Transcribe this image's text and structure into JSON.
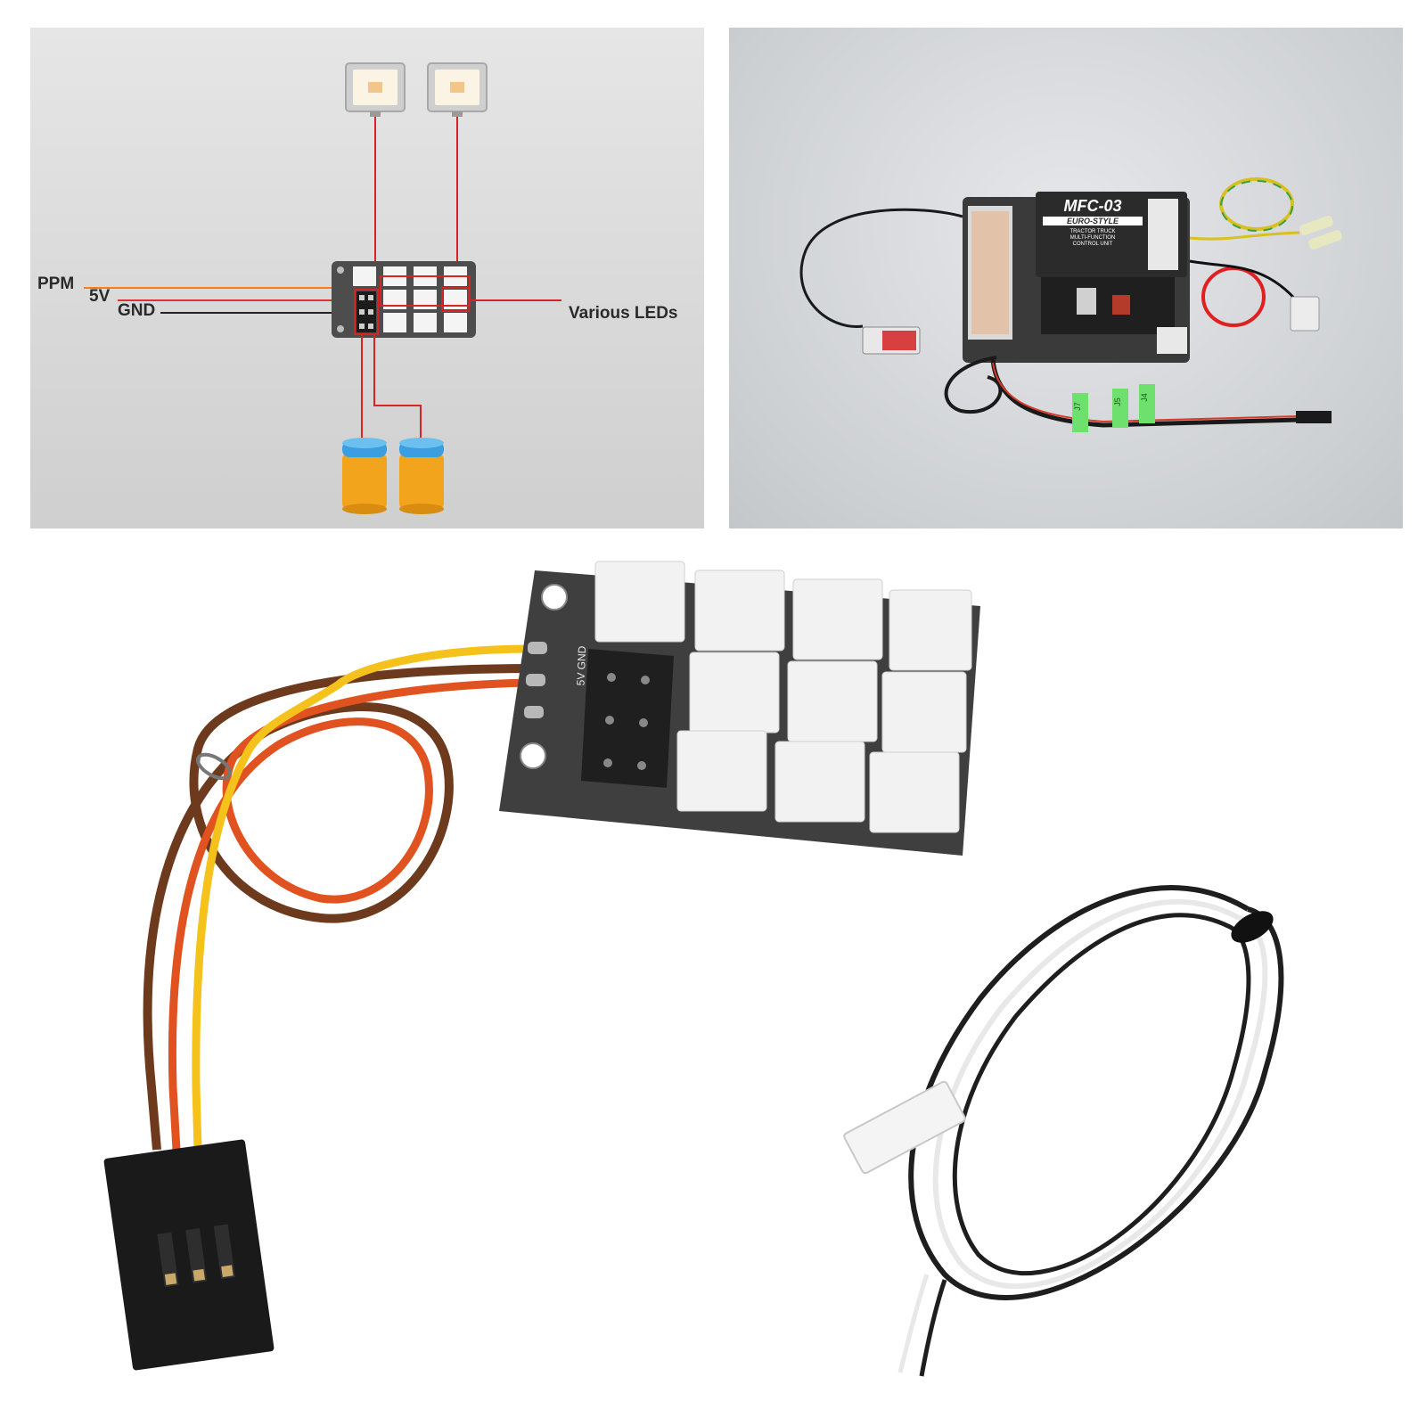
{
  "wiring_diagram": {
    "labels": {
      "ppm": "PPM",
      "v5": "5V",
      "gnd": "GND",
      "various_leds": "Various LEDs"
    },
    "colors": {
      "ppm_wire": "#ff7a1a",
      "v5_wire": "#e03030",
      "gnd_wire": "#222222",
      "led_wire": "#d42424",
      "board": "#4d4d4d",
      "connector": "#f4f4f4",
      "bulb_body": "#f2a51c",
      "bulb_cap": "#3a9ee0"
    },
    "icons": [
      "work-light-icon",
      "amber-beacon-icon",
      "led-board-icon"
    ]
  },
  "controller_photo": {
    "unit_title": "MFC-03",
    "unit_subtitle": "EURO-STYLE",
    "unit_text_1": "TRACTOR TRUCK",
    "unit_text_2": "MULTI-FUNCTION",
    "unit_text_3": "CONTROL UNIT",
    "tags": [
      "J7",
      "J5",
      "J4"
    ],
    "colors": {
      "unit_body": "#2b2b2b",
      "tag": "#6ee06e"
    }
  },
  "product_photo": {
    "board_silkscreen": "5V GND",
    "colors": {
      "board": "#3f3f3f",
      "connector": "#f2f2f2",
      "wire_brown": "#6e3a1e",
      "wire_red": "#e0521f",
      "wire_yellow": "#f4c21a",
      "plug": "#1a1a1a",
      "cable_black": "#1e1e1e",
      "cable_white": "#e8e8e8"
    }
  }
}
